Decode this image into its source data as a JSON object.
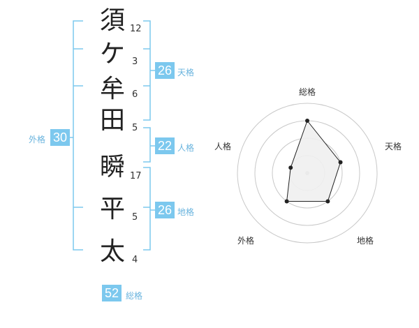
{
  "name": {
    "chars": [
      "須",
      "ケ",
      "牟",
      "田",
      "瞬",
      "平",
      "太"
    ],
    "strokes": [
      "12",
      "3",
      "6",
      "5",
      "17",
      "5",
      "4"
    ]
  },
  "fortunes": {
    "tenkaku": {
      "value": "26",
      "label": "天格"
    },
    "jinkaku": {
      "value": "22",
      "label": "人格"
    },
    "chikaku": {
      "value": "26",
      "label": "地格"
    },
    "gaikaku": {
      "value": "30",
      "label": "外格"
    },
    "soukaku": {
      "value": "52",
      "label": "総格"
    }
  },
  "radar": {
    "axes": [
      "総格",
      "天格",
      "地格",
      "外格",
      "人格"
    ],
    "levels": 4,
    "values": [
      3,
      2,
      2,
      2,
      1
    ]
  },
  "colors": {
    "bracket": "#7cc8ee",
    "badge": "#7cc8ee",
    "label": "#6ab4de",
    "radar_fill": "#f0f0f0",
    "radar_stroke": "#222222"
  }
}
